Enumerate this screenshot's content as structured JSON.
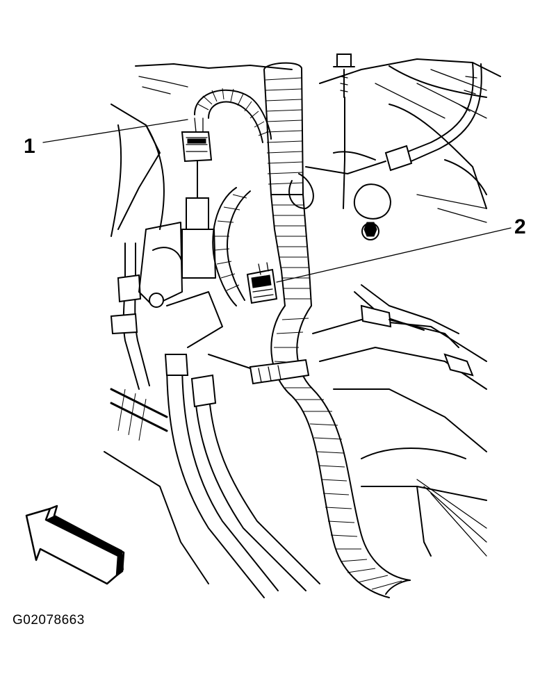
{
  "callouts": [
    {
      "number": "1"
    },
    {
      "number": "2"
    }
  ],
  "figure_code": "G02078663",
  "icons": {
    "direction_arrow": "front-direction-arrow-icon"
  }
}
